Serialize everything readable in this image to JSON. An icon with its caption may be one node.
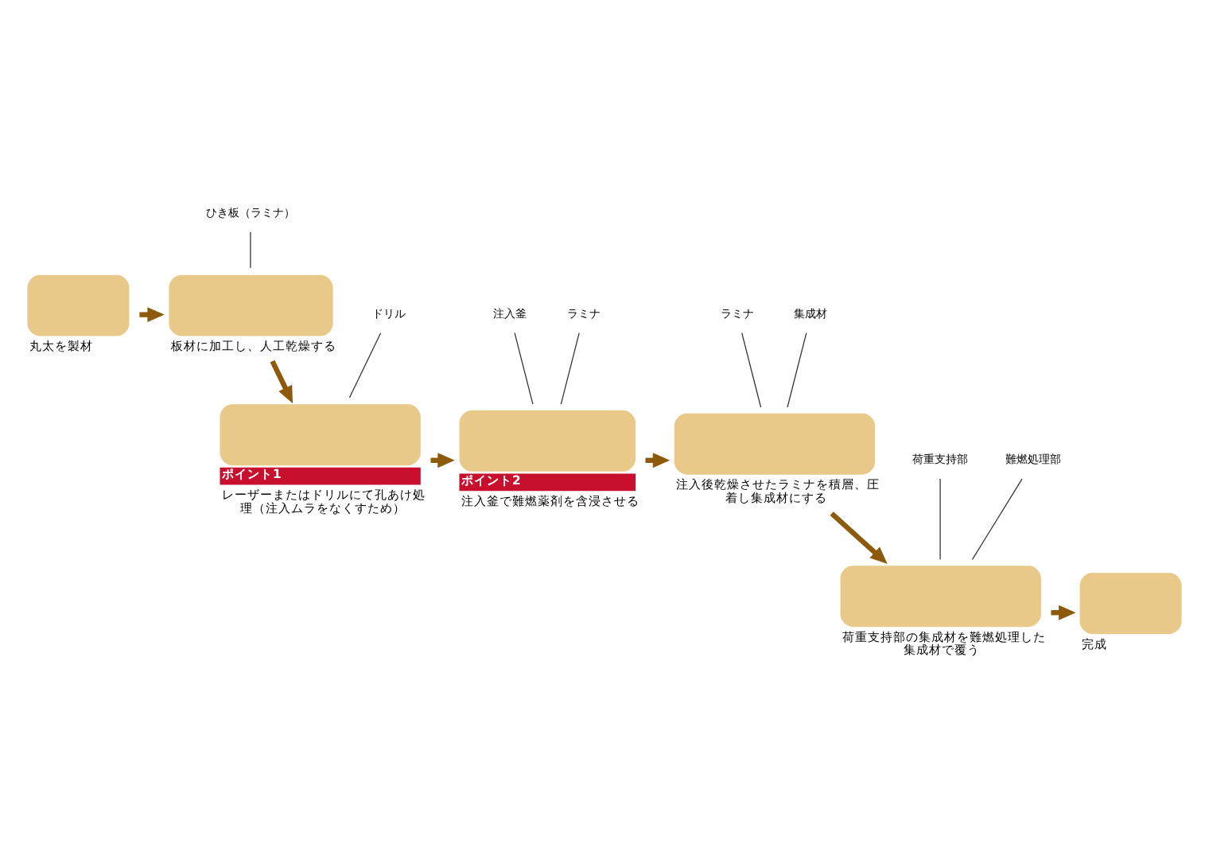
{
  "diagram": {
    "nodes": [
      {
        "text": [],
        "shape": "box",
        "beside": [
          "丸太を製材"
        ]
      },
      {
        "text": [],
        "shape": "box",
        "beside": [
          "板材に加工し、人工乾燥する"
        ]
      },
      {
        "text": [
          "ひき板（ラミナ）"
        ]
      },
      {
        "text": [],
        "shape": "box",
        "beside": [
          "ポイント1",
          "レーザーまたはドリルにて孔あけ処理（注入ムラをなくすため）"
        ]
      },
      {
        "text": [
          "ドリル"
        ]
      },
      {
        "text": [],
        "shape": "box",
        "beside": [
          "ポイント2",
          "注入釜で難燃薬剤を含浸させる"
        ]
      },
      {
        "text": [
          "注入釜"
        ]
      },
      {
        "text": [
          "ラミナ"
        ]
      },
      {
        "text": [],
        "shape": "box",
        "beside": [
          "注入後乾燥させたラミナを積層、圧着し集成材にする"
        ]
      },
      {
        "text": [
          "ラミナ"
        ]
      },
      {
        "text": [
          "集成材"
        ]
      },
      {
        "text": [],
        "shape": "box",
        "beside": [
          "荷重支持部の集成材を難燃処理した集成材で覆う"
        ]
      },
      {
        "text": [
          "荷重支持部"
        ]
      },
      {
        "text": [
          "難燃処理部"
        ]
      },
      {
        "text": [],
        "shape": "box",
        "beside": [
          "完成"
        ]
      }
    ],
    "edges": [
      {
        "from": 0,
        "to": 1,
        "arrow": "to",
        "style": "thick",
        "color": "#8c5a0a"
      },
      {
        "from": 2,
        "to": 1,
        "arrow": "none"
      },
      {
        "from": 1,
        "to": 3,
        "arrow": "to",
        "style": "thick",
        "color": "#8c5a0a"
      },
      {
        "from": 4,
        "to": 3,
        "arrow": "none"
      },
      {
        "from": 3,
        "to": 5,
        "arrow": "to",
        "style": "thick",
        "color": "#8c5a0a"
      },
      {
        "from": 6,
        "to": 5,
        "arrow": "none"
      },
      {
        "from": 7,
        "to": 5,
        "arrow": "none"
      },
      {
        "from": 5,
        "to": 8,
        "arrow": "to",
        "style": "thick",
        "color": "#8c5a0a"
      },
      {
        "from": 9,
        "to": 8,
        "arrow": "none"
      },
      {
        "from": 10,
        "to": 8,
        "arrow": "none"
      },
      {
        "from": 8,
        "to": 11,
        "arrow": "to",
        "style": "thick",
        "color": "#8c5a0a"
      },
      {
        "from": 12,
        "to": 11,
        "arrow": "none"
      },
      {
        "from": 13,
        "to": 11,
        "arrow": "none"
      },
      {
        "from": 11,
        "to": 14,
        "arrow": "to",
        "style": "thick",
        "color": "#8c5a0a"
      }
    ]
  }
}
